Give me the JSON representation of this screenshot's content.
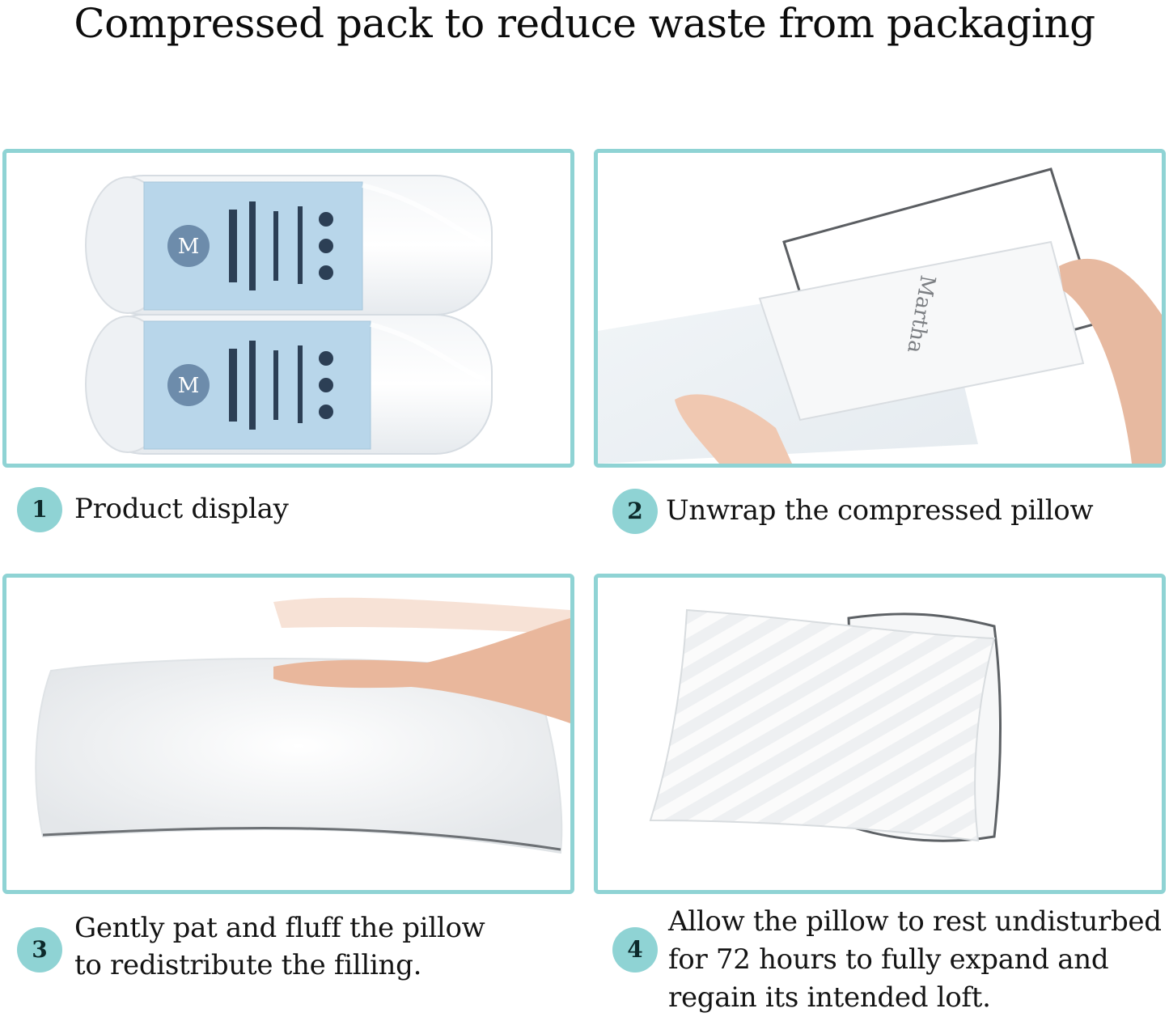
{
  "headline": "Compressed pack to reduce waste from packaging",
  "brand": {
    "accent_color": "#8fd3d4",
    "label_color": "#b8d6ea",
    "monogram": "M"
  },
  "steps": [
    {
      "number": "1",
      "lines": [
        "Product display"
      ],
      "image_icon": "packaged-pillows-image"
    },
    {
      "number": "2",
      "lines": [
        "Unwrap the compressed pillow"
      ],
      "image_icon": "unwrap-pillow-image"
    },
    {
      "number": "3",
      "lines": [
        "Gently pat and fluff the pillow",
        "to redistribute the filling."
      ],
      "image_icon": "fluff-pillow-image"
    },
    {
      "number": "4",
      "lines": [
        "Allow the pillow to rest undisturbed",
        "for 72 hours to fully expand and",
        "regain its intended loft."
      ],
      "image_icon": "expanded-pillows-image"
    }
  ]
}
